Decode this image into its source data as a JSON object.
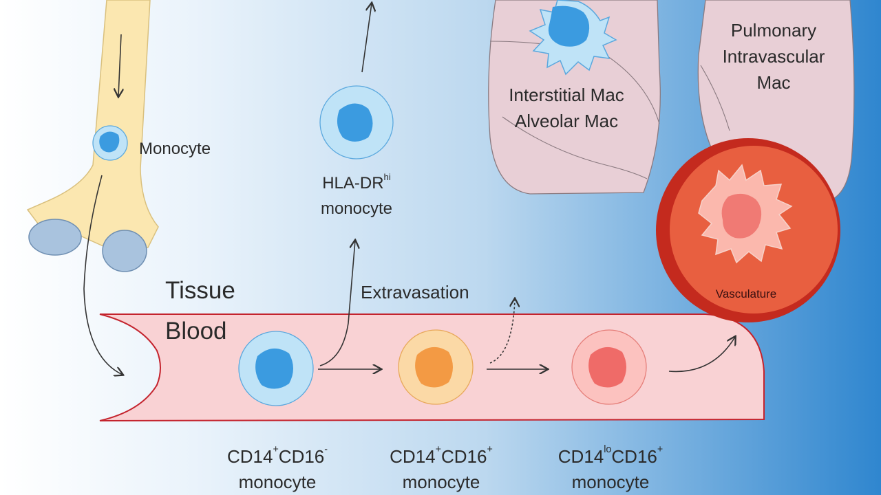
{
  "labels": {
    "monocyte": "Monocyte",
    "hla_dr": "HLA-DR",
    "hla_dr_sup": "hi",
    "hla_dr_line2": "monocyte",
    "interstitial_mac": "Interstitial Mac",
    "alveolar_mac": "Alveolar Mac",
    "pulmonary_line1": "Pulmonary",
    "pulmonary_line2": "Intravascular",
    "pulmonary_line3": "Mac",
    "tissue": "Tissue",
    "blood": "Blood",
    "extravasation": "Extravasation",
    "vasculature": "Vasculature"
  },
  "subsets": [
    {
      "a": "CD14",
      "a_sup": "+",
      "b": "CD16",
      "b_sup": "-",
      "line2": "monocyte"
    },
    {
      "a": "CD14",
      "a_sup": "+",
      "b": "CD16",
      "b_sup": "+",
      "line2": "monocyte"
    },
    {
      "a": "CD14",
      "a_sup": "lo",
      "b": "CD16",
      "b_sup": "+",
      "line2": "monocyte"
    }
  ],
  "colors": {
    "bone": "#fbe7b0",
    "joint": "#a9c3de",
    "vessel": "#f9d2d4",
    "vessel_border": "#c4232d",
    "lung": "#e8cfd6",
    "classical_cell": "#bfe3f7",
    "classical_nucleus": "#3b9be0",
    "intermediate_cell": "#fbd9a6",
    "intermediate_nucleus": "#f39a44",
    "nonclassical_cell": "#fcc2bf",
    "nonclassical_nucleus": "#ef6b68",
    "vasculature_outer": "#c42a1e",
    "vasculature_inner": "#e85f40"
  }
}
